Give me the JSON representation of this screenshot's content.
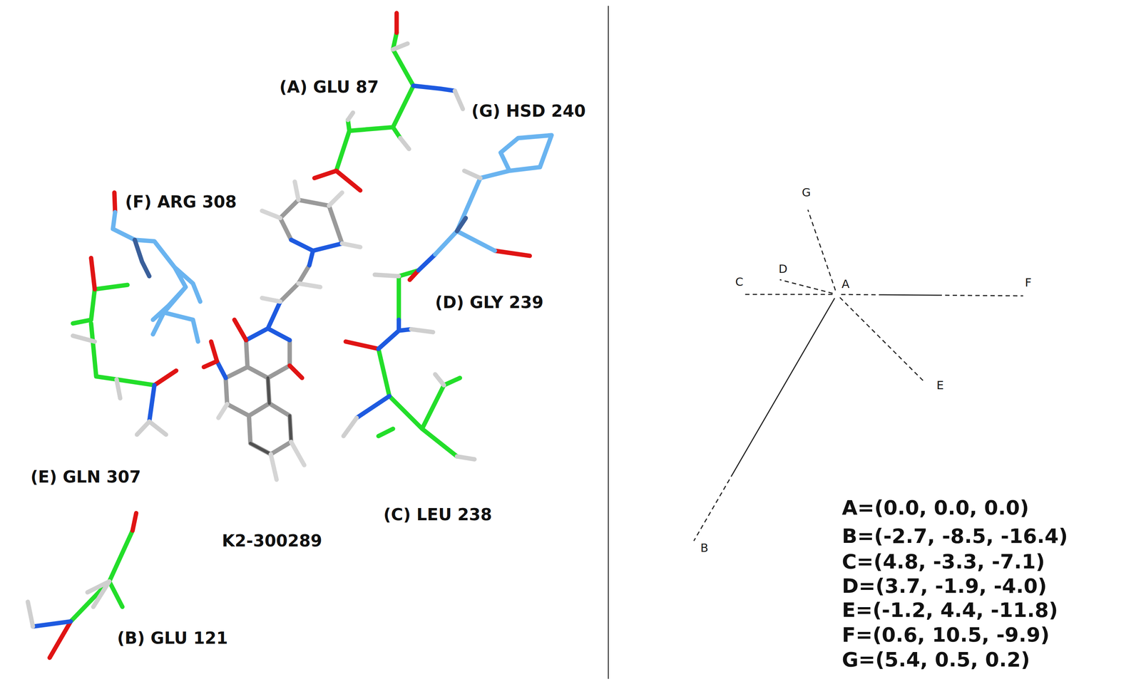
{
  "diagram": {
    "nodes": [
      {
        "text": [
          "A"
        ]
      },
      {
        "text": [
          "B"
        ]
      },
      {
        "text": [
          "C"
        ]
      },
      {
        "text": [
          "D"
        ]
      },
      {
        "text": [
          "E"
        ]
      },
      {
        "text": [
          "F"
        ]
      },
      {
        "text": [
          "G"
        ]
      }
    ],
    "edges": [
      {
        "from": 0,
        "to": 1,
        "arrow": "none"
      },
      {
        "from": 0,
        "to": 2,
        "arrow": "none"
      },
      {
        "from": 0,
        "to": 3,
        "arrow": "none"
      },
      {
        "from": 0,
        "to": 4,
        "arrow": "none"
      },
      {
        "from": 0,
        "to": 5,
        "arrow": "none"
      },
      {
        "from": 0,
        "to": 6,
        "arrow": "none"
      }
    ],
    "labels": [
      "(A) GLU 87",
      "(G) HSD 240",
      "(F) ARG 308",
      "(D) GLY 239",
      "(E) GLN 307",
      "K2-300289",
      "(C) LEU 238",
      "(B) GLU 121",
      "A=(0.0, 0.0, 0.0)",
      "B=(-2.7, -8.5, -16.4)",
      "C=(4.8, -3.3, -7.1)",
      "D=(3.7, -1.9, -4.0)",
      "E=(-1.2, 4.4, -11.8)",
      "F=(0.6, 10.5, -9.9)",
      "G=(5.4, 0.5, 0.2)"
    ]
  }
}
